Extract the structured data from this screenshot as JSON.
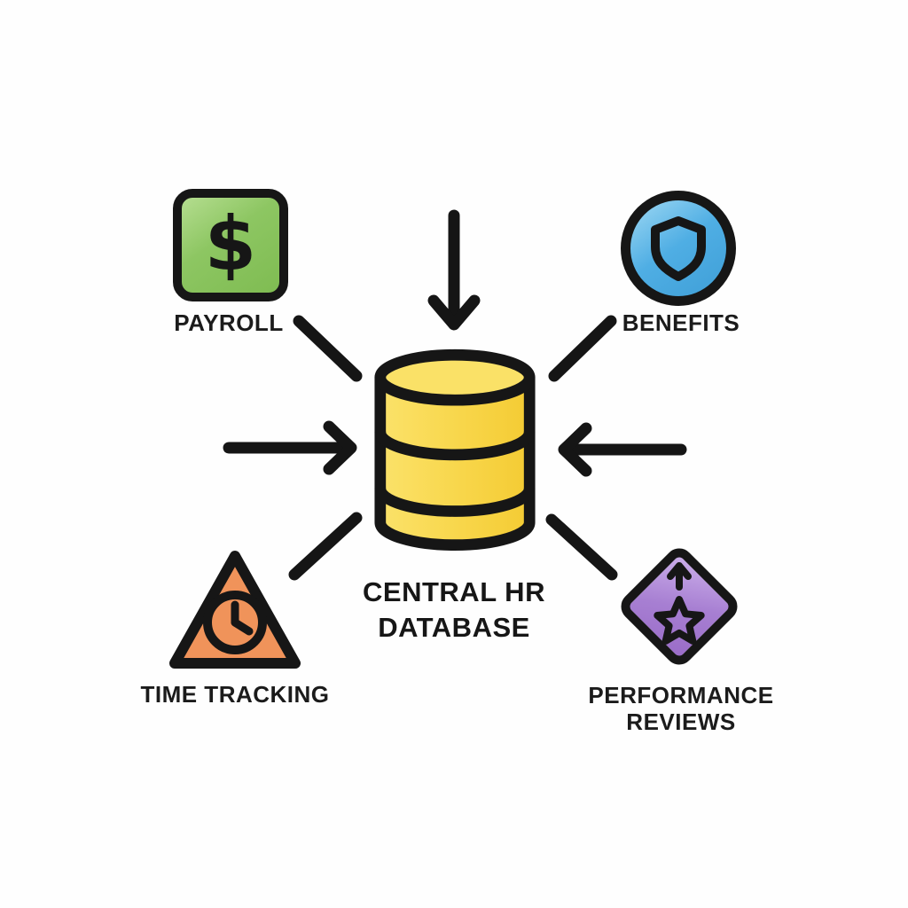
{
  "background": "#ffffff",
  "line_color": "#151515",
  "text_color": "#1b1b1b",
  "center": {
    "label_line1": "CENTRAL HR",
    "label_line2": "DATABASE",
    "icon": "database-icon",
    "color": "#F7D64B"
  },
  "nodes": [
    {
      "id": "payroll",
      "label": "PAYROLL",
      "symbol": "$",
      "icon": "dollar-icon",
      "shape": "rounded-square",
      "color": "#8DC662"
    },
    {
      "id": "benefits",
      "label": "BENEFITS",
      "icon": "shield-icon",
      "shape": "circle",
      "color": "#4FAEE4"
    },
    {
      "id": "time-tracking",
      "label": "TIME TRACKING",
      "icon": "clock-icon",
      "shape": "triangle",
      "color": "#F0935A"
    },
    {
      "id": "performance-reviews",
      "label_line1": "PERFORMANCE",
      "label_line2": "REVIEWS",
      "icon": "star-rating-icon",
      "shape": "diamond",
      "color": "#A77FD2"
    }
  ],
  "connectors": [
    {
      "from": "top",
      "to": "database",
      "type": "arrow-down"
    },
    {
      "from": "payroll",
      "to": "database",
      "type": "line"
    },
    {
      "from": "benefits",
      "to": "database",
      "type": "line"
    },
    {
      "from": "left",
      "to": "database",
      "type": "arrow-right"
    },
    {
      "from": "right",
      "to": "database",
      "type": "arrow-left"
    },
    {
      "from": "time-tracking",
      "to": "database",
      "type": "line"
    },
    {
      "from": "performance-reviews",
      "to": "database",
      "type": "line"
    }
  ]
}
